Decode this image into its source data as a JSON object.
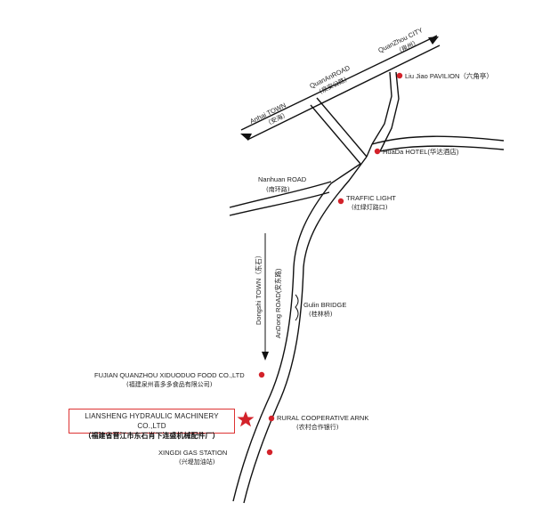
{
  "roads": {
    "quanzhou_city": {
      "en": "QuanZhou CITY",
      "cn": "（泉州）"
    },
    "quanan_road": {
      "en": "QuanAnROAD",
      "cn": "(泉安公路)"
    },
    "anhai_town": {
      "en": "Anhai TOWN",
      "cn": "（安海）"
    },
    "nanhuan_road": {
      "en": "Nanhuan ROAD",
      "cn": "(南环路)"
    },
    "dongshi_town": "Dongshi TOWN（东石）",
    "andong_road": "AnDong ROAD(安东路)"
  },
  "landmarks": {
    "liu_jiao": "Liu Jiao PAVILION（六角亭）",
    "huada_hotel": "HuaDa HOTEL(华达酒店)",
    "traffic_light": {
      "en": "TRAFFIC LIGHT",
      "cn": "(红绿灯路口)"
    },
    "gulin_bridge": {
      "en": "Gulin BRIDGE",
      "cn": "(桂林桥)"
    },
    "fujian_food": {
      "en": "FUJIAN QUANZHOU XIDUODUO FOOD CO.,LTD",
      "cn": "(福建泉州喜多多食品有限公司)"
    },
    "rural_bank": {
      "en": "RURAL COOPERATIVE ARNK",
      "cn": "(农村合作银行)"
    },
    "xingdi_gas": {
      "en": "XINGDI GAS STATION",
      "cn": "(兴堤加油站)"
    }
  },
  "company": {
    "en": "LIANSHENG HYDRAULIC MACHINERY CO.,LTD",
    "cn": "（福建省晋江市东石肖下连盛机械配件厂）"
  },
  "colors": {
    "road": "#111111",
    "poi": "#d3222a",
    "company_border": "#dd3333",
    "star": "#d3222a"
  }
}
